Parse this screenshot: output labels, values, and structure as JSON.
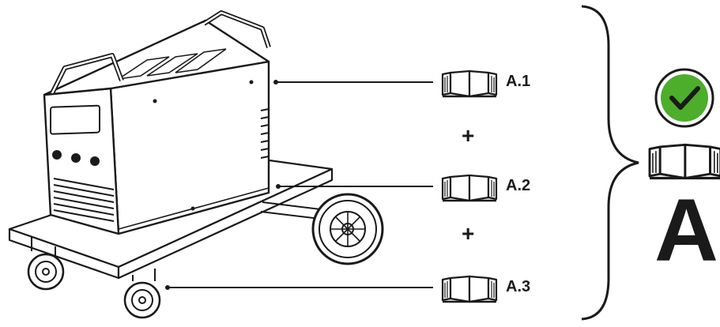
{
  "labels": {
    "a1": "A.1",
    "a2": "A.2",
    "a3": "A.3",
    "plus1": "+",
    "plus2": "+",
    "result": "A"
  },
  "icons": {
    "manual": "open-book-icon",
    "approved": "check-circle-icon"
  },
  "colors": {
    "check_green": "#4cae2a",
    "line": "#1a1a1a"
  }
}
